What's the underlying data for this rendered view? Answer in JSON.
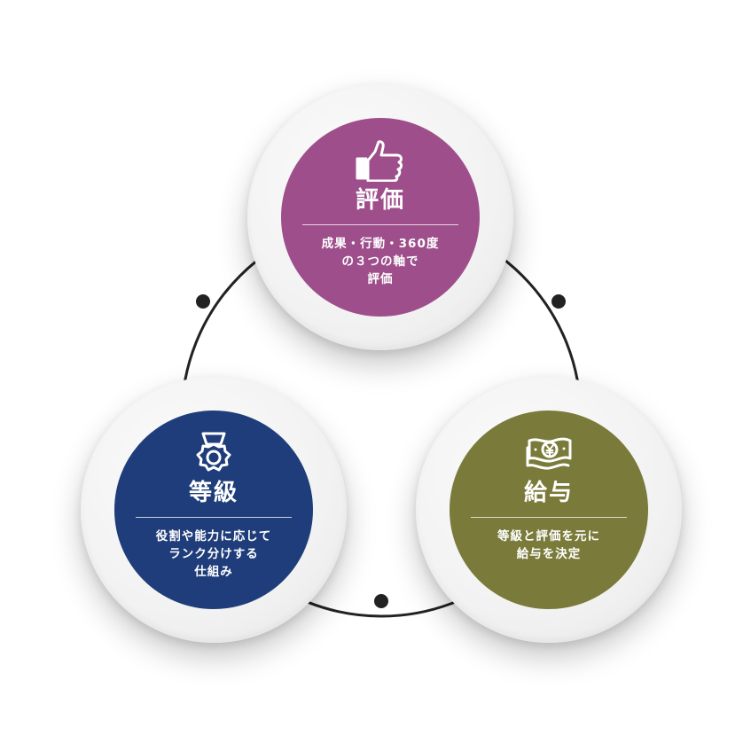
{
  "colors": {
    "evaluation": "#9e4f8b",
    "grade": "#1f3d7a",
    "salary": "#7a7a3a",
    "connector": "#222222"
  },
  "nodes": {
    "evaluation": {
      "title": "評価",
      "icon": "thumbs-up-icon",
      "lines": [
        "成果・行動・360度",
        "の３つの軸で",
        "評価"
      ]
    },
    "grade": {
      "title": "等級",
      "icon": "medal-icon",
      "lines": [
        "役割や能力に応じて",
        "ランク分けする",
        "仕組み"
      ]
    },
    "salary": {
      "title": "給与",
      "icon": "yen-banknote-icon",
      "lines": [
        "等級と評価を元に",
        "給与を決定"
      ]
    }
  }
}
